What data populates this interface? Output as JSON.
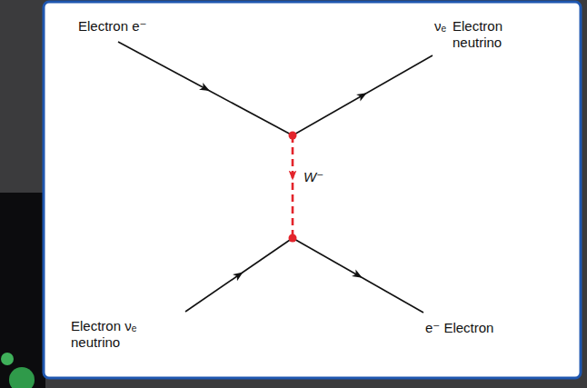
{
  "diagram": {
    "labels": [
      "Electron e⁻",
      "νₑ",
      "Electron neutrino",
      "W⁻",
      "Electron νₑ neutrino",
      "e⁻ Electron"
    ]
  }
}
